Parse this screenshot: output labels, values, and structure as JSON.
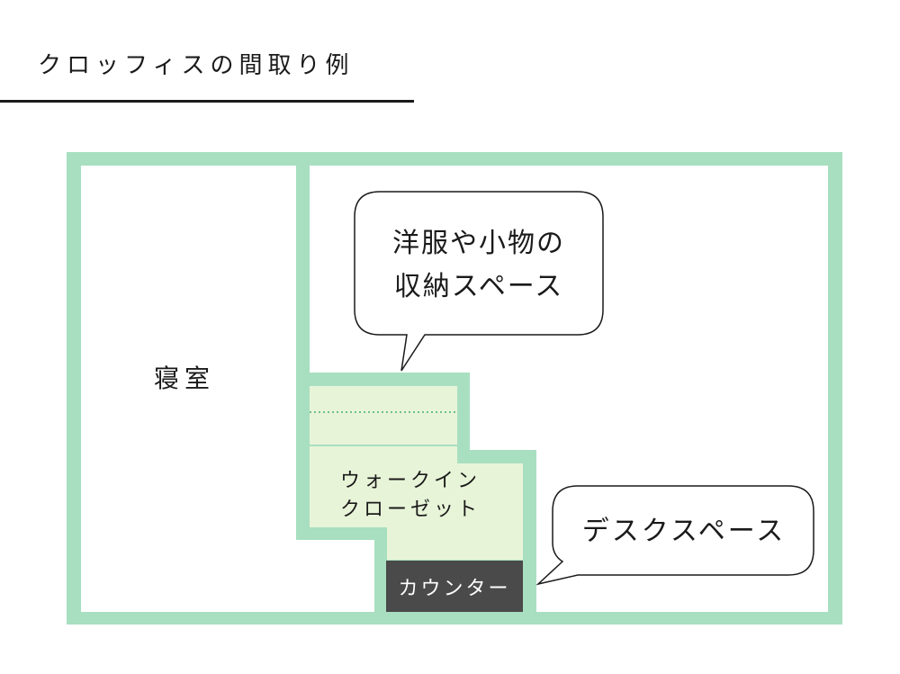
{
  "title": "クロッフィスの間取り例",
  "rooms": {
    "bedroom": "寝室",
    "walk_in_closet_line1": "ウォークイン",
    "walk_in_closet_line2": "クローゼット",
    "counter": "カウンター"
  },
  "callouts": {
    "storage_line1": "洋服や小物の",
    "storage_line2": "収納スペース",
    "desk": "デスクスペース"
  },
  "colors": {
    "wall": "#a8dfc0",
    "closet_fill": "#e8f4d8",
    "counter_fill": "#4a4a4a",
    "text": "#1a1a1a"
  }
}
